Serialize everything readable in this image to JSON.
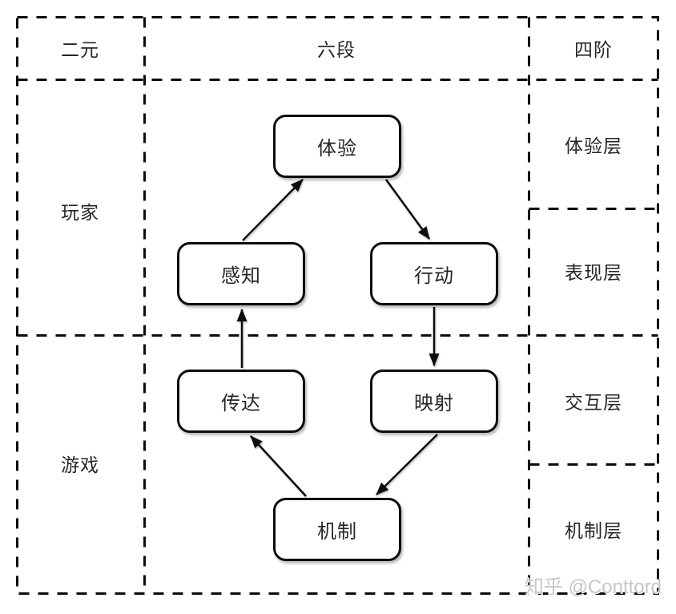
{
  "watermark": "知乎 @Conttord",
  "table": {
    "headers": [
      {
        "label": "二元"
      },
      {
        "label": "六段"
      },
      {
        "label": "四阶"
      }
    ],
    "dual_rows": [
      {
        "label": "玩家"
      },
      {
        "label": "游戏"
      }
    ],
    "stage_rows": [
      {
        "label": "体验层"
      },
      {
        "label": "表现层"
      },
      {
        "label": "交互层"
      },
      {
        "label": "机制层"
      }
    ]
  },
  "diagram": {
    "nodes": [
      {
        "id": "experience",
        "label": "体验"
      },
      {
        "id": "perceive",
        "label": "感知"
      },
      {
        "id": "act",
        "label": "行动"
      },
      {
        "id": "convey",
        "label": "传达"
      },
      {
        "id": "map",
        "label": "映射"
      },
      {
        "id": "mechanism",
        "label": "机制"
      }
    ],
    "edges": [
      {
        "from": "mechanism",
        "to": "convey"
      },
      {
        "from": "convey",
        "to": "perceive"
      },
      {
        "from": "perceive",
        "to": "experience"
      },
      {
        "from": "experience",
        "to": "act"
      },
      {
        "from": "act",
        "to": "map"
      },
      {
        "from": "map",
        "to": "mechanism"
      }
    ]
  },
  "colors": {
    "line": "#0d0d0d",
    "text": "#262626",
    "watermark": "#c6c6c6",
    "background": "#ffffff"
  }
}
